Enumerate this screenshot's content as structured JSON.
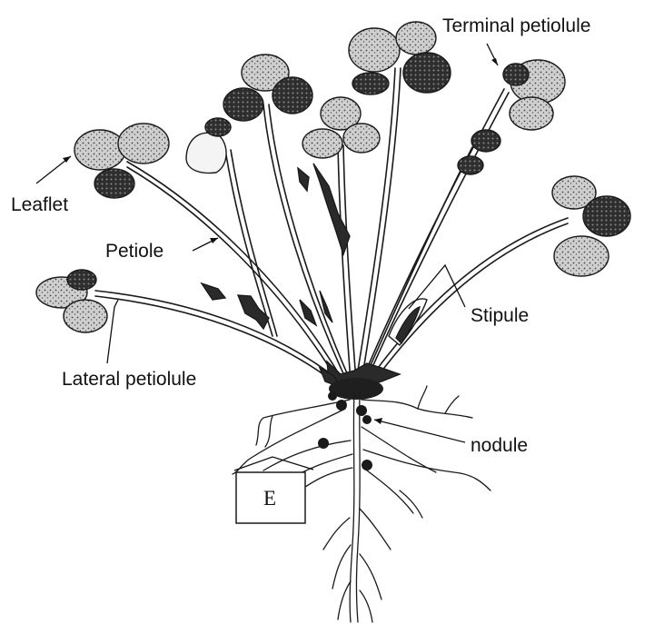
{
  "labels": {
    "terminal_petiolule": "Terminal petiolule",
    "leaflet": "Leaflet",
    "petiole": "Petiole",
    "stipule": "Stipule",
    "lateral_petiolule": "Lateral petiolule",
    "nodule": "nodule",
    "box_e": "E"
  },
  "colors": {
    "ink": "#1a1a1a",
    "leaf_dark": "#3a3a3a",
    "leaf_light": "#d6d6d6",
    "background": "#ffffff"
  }
}
